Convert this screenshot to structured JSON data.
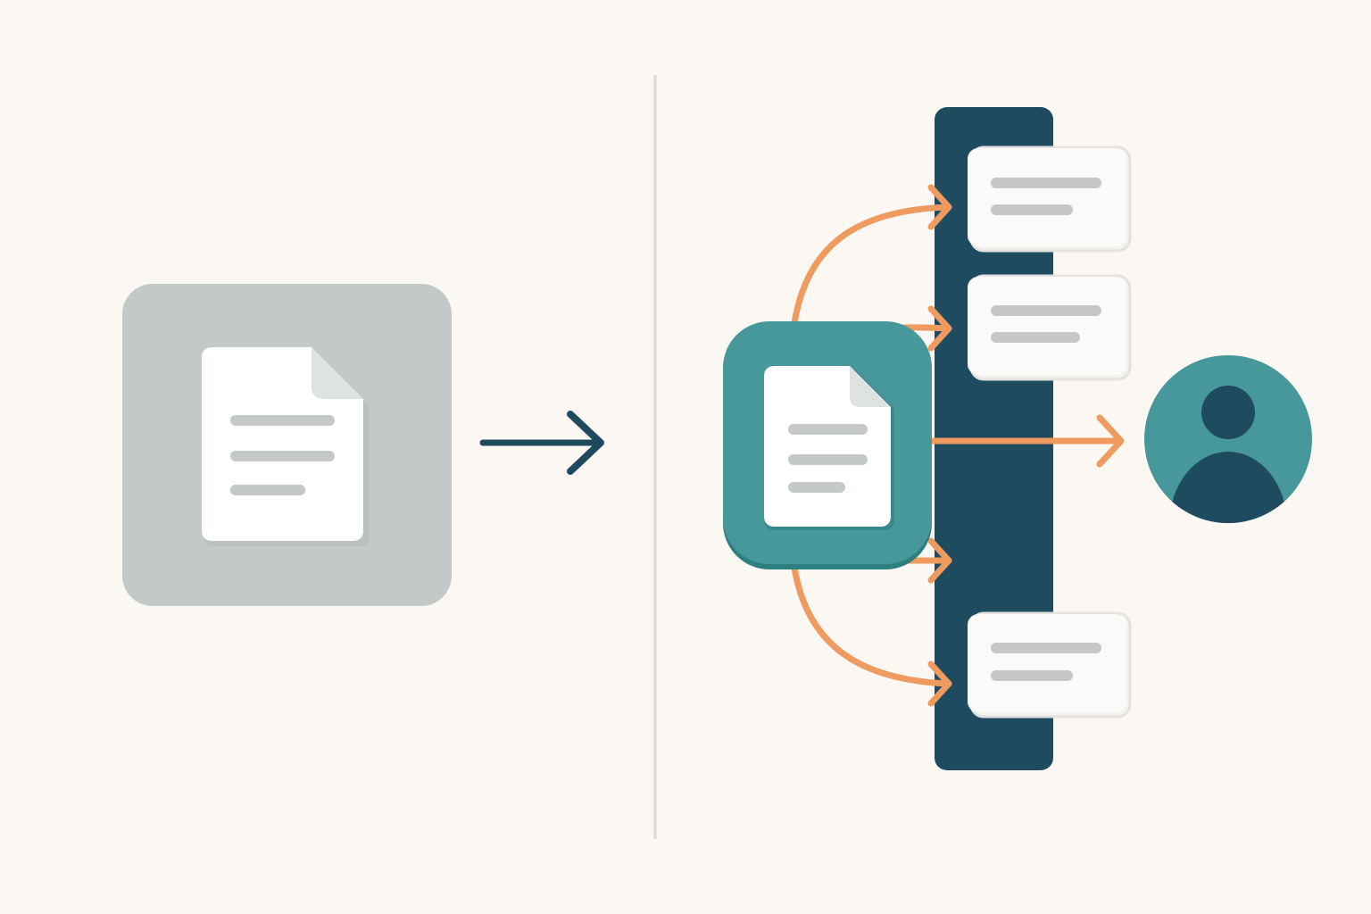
{
  "colors": {
    "background": "#FBF8F3",
    "divider": "#DCD8D2",
    "source_tile": "#C3C8C8",
    "document": "#FFFFFF",
    "document_fold": "#DEE2E1",
    "document_line": "#C4C8C8",
    "document_shadow": "#B3B8B8",
    "plain_arrow": "#1D4A5E",
    "accent_tile": "#46989A",
    "accent_tile_shadow": "#2F7E80",
    "spine": "#1E4B60",
    "card": "#FBFAF8",
    "card_border": "#E4E2DE",
    "card_line": "#C5C8C7",
    "flow_arrow": "#EF9A5F",
    "avatar_disc": "#46989A",
    "avatar_figure": "#1E4B60"
  },
  "icons": {
    "source_document": "document-icon",
    "transition_arrow": "right-arrow-icon",
    "central_document": "document-icon",
    "recipient": "user-avatar-icon"
  },
  "structure": {
    "left_panel": {
      "elements": [
        "source-tile",
        "document-icon",
        "transition-arrow"
      ]
    },
    "right_panel": {
      "hub": "central-document-tile",
      "channel": "spine-bar",
      "destination_cards": 3,
      "flow_arrows": 5,
      "recipient": "user-avatar"
    }
  }
}
